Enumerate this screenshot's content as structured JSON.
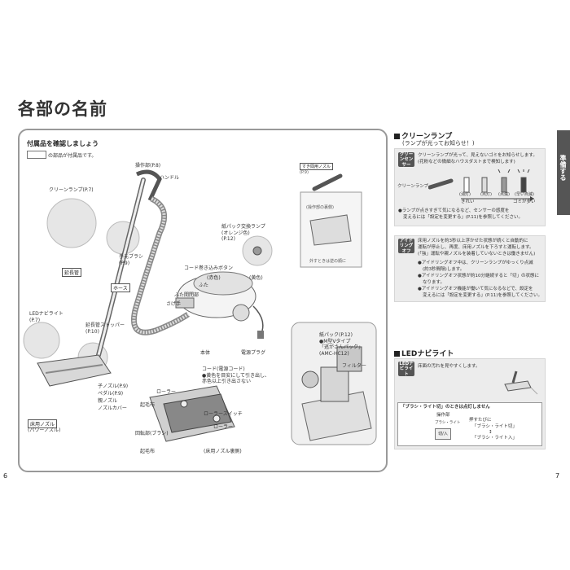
{
  "page_title": "各部の名前",
  "accessories": {
    "title": "付属品を確認しましょう",
    "note": "の部品が付属品です。"
  },
  "labels": {
    "operation": "操作部",
    "operation_ref": "(P.8)",
    "handle": "ハンドル",
    "clean_lamp": "クリーンランプ",
    "clean_lamp_ref": "(P.7)",
    "hand_brush": "手元ブラシ",
    "hand_brush_ref": "(P.9)",
    "extension": "延長管",
    "hose": "ホース",
    "led_navi": "LEDナビライト",
    "led_navi_ref": "(P.7)",
    "ext_stopper": "延長管ストッパー",
    "ext_stopper_ref": "(P.10)",
    "child_nozzle": "子ノズル",
    "child_nozzle_ref": "(P.9)",
    "pedal": "ペダル",
    "pedal_ref": "(P.9)",
    "parent_nozzle": "親ノズル",
    "nozzle_cover": "ノズルカバー",
    "floor_nozzle": "床用ノズル",
    "floor_nozzle_sub": "(パワーノズル)",
    "paper_lamp": "紙パック交換ランプ",
    "paper_lamp_sub": "(オレンジ色)",
    "paper_lamp_ref": "(P.12)",
    "cord_button": "コード巻き込みボタン",
    "red": "(赤色)",
    "yellow": "(黄色)",
    "lid": "ふた",
    "lid_button": "ふた開閉部",
    "grip": "さげ手",
    "body": "本体",
    "plug": "電源プラグ",
    "cord": "コード(電源コード)",
    "cord_note1": "●黄色を目安にして引き出し、",
    "cord_note2": "赤色以上引き出さない",
    "roller": "ローラー",
    "roller_switch": "ローラースイッチ",
    "roller2": "ローラー",
    "rotary_brush": "回転部(ブラシ)",
    "brush_bristles": "起毛布",
    "brush_bristles2": "起毛布",
    "nozzle_back": "(床用ノズル裏側)",
    "gap_nozzle": "すき間用ノズル",
    "gap_nozzle_ref": "(P.9)",
    "op_back": "(操作部の裏側)",
    "remove": "外すときは逆の順に",
    "paper_pack": "紙パック",
    "paper_pack_ref": "(P.12)",
    "paper_pack_type": "●M型Vタイプ",
    "paper_pack_name": "「逃がさんパック」",
    "paper_pack_model": "(AMC-HC12)",
    "filter": "フィルター"
  },
  "clean_lamp_section": {
    "title": "クリーンランプ",
    "subtitle": "(ランプが光ってお知らせ！)",
    "badge": "クリーンセンサー",
    "desc1": "クリーンランプが光って、見えないゴミをお知らせします。",
    "desc2": "(花粉などの微細なハウスダストまで検知します)",
    "lamp_label": "クリーンランプ",
    "states": [
      "(消灯)",
      "(点灯)",
      "(点滅)",
      "(早い点滅)"
    ],
    "clean": "きれい",
    "dirty": "ゴミが多い",
    "note1": "●ランプが点きすぎて気になるなど、センサーの感度を",
    "note2": "変えるには「設定を変更する」(P.11)を参照してください。"
  },
  "idling_section": {
    "badge": "アイドリングオフ",
    "desc": [
      "床用ノズルを約3秒以上浮かせた状態が続くと自動的に",
      "運転が停止し、再度、床用ノズルを下ろすと運転します。",
      "(「強」運転や親ノズルを装着していないときは働きません)"
    ],
    "bullets": [
      "●アイドリングオフ中は、クリーンランプがゆっくり点滅",
      "(約3秒間隔)します。",
      "●アイドリングオフ状態が約10分継続すると「切」の状態に",
      "なります。",
      "●アイドリングオフ機能が働いて気になるなどで、設定を",
      "変えるには「設定を変更する」(P.11)を参照してください。"
    ]
  },
  "led_section": {
    "title": "LEDナビライト",
    "badge": "LEDナビライト",
    "desc": "床面の汚れを見やすくします。",
    "box_title": "「ブラシ・ライト切」のときは点灯しません",
    "op_label": "操作部",
    "brush_light": "ブラシ・ライト",
    "off": "切/入",
    "press": "押すたびに",
    "state_off": "「ブラシ・ライト切」",
    "state_on": "「ブラシ・ライト入」"
  },
  "side_tab": "準備する",
  "page_left": "6",
  "page_right": "7"
}
